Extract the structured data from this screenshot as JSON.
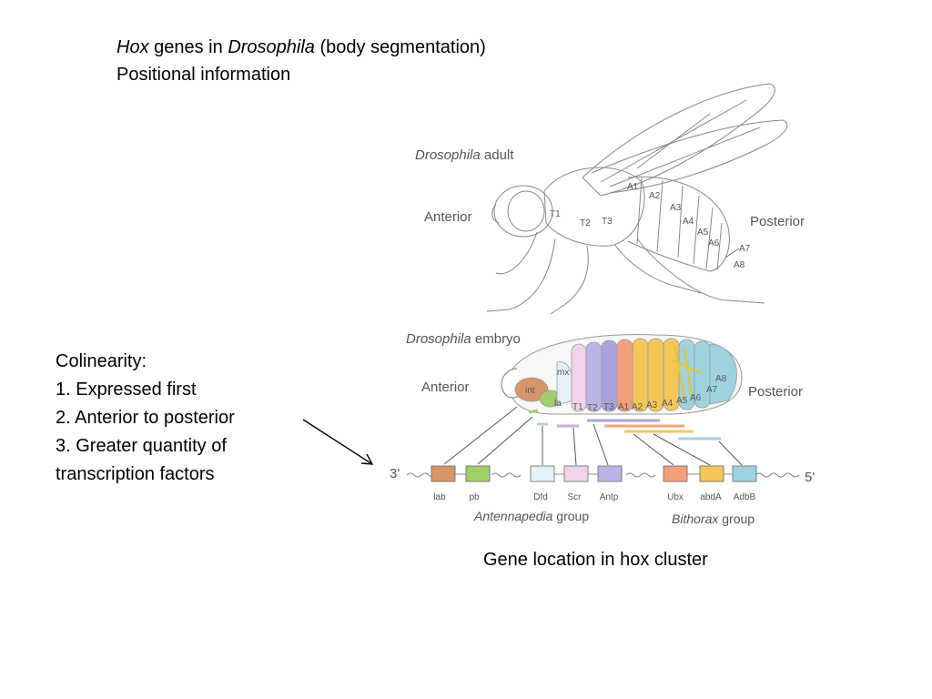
{
  "title": {
    "line1_italic_a": "Hox",
    "line1_mid": " genes in ",
    "line1_italic_b": "Drosophila",
    "line1_end": " (body segmentation)",
    "line2": "Positional information"
  },
  "colinearity": {
    "heading": "Colinearity:",
    "items": [
      "1. Expressed first",
      "2. Anterior to posterior",
      "3. Greater quantity of",
      "transcription factors"
    ]
  },
  "caption": "Gene location in hox cluster",
  "diagram": {
    "adult": {
      "label_italic": "Drosophila",
      "label_rest": " adult",
      "anterior": "Anterior",
      "posterior": "Posterior",
      "segments": [
        "T1",
        "T2",
        "T3",
        "A1",
        "A2",
        "A3",
        "A4",
        "A5",
        "A6",
        "A7",
        "A8"
      ]
    },
    "embryo": {
      "label_italic": "Drosophila",
      "label_rest": " embryo",
      "anterior": "Anterior",
      "posterior": "Posterior",
      "head_segments": [
        "int",
        "mx",
        "la"
      ],
      "segments": [
        "T1",
        "T2",
        "T3",
        "A1",
        "A2",
        "A3",
        "A4",
        "A5",
        "A6",
        "A7",
        "A8"
      ]
    },
    "cluster": {
      "end_left": "3'",
      "end_right": "5'",
      "genes": [
        {
          "name": "lab",
          "color": "#d9956a"
        },
        {
          "name": "pb",
          "color": "#9fcf6a"
        },
        {
          "name": "Dfd",
          "color": "#e6f1f7"
        },
        {
          "name": "Scr",
          "color": "#f0d4e9"
        },
        {
          "name": "Antp",
          "color": "#b9b6e6"
        },
        {
          "name": "Ubx",
          "color": "#f2a07c"
        },
        {
          "name": "abdA",
          "color": "#f5c65a"
        },
        {
          "name": "AdbB",
          "color": "#9fd3e0"
        }
      ],
      "group_left": "Antennapedia",
      "group_left_rest": " group",
      "group_right": "Bithorax",
      "group_right_rest": " group"
    }
  }
}
